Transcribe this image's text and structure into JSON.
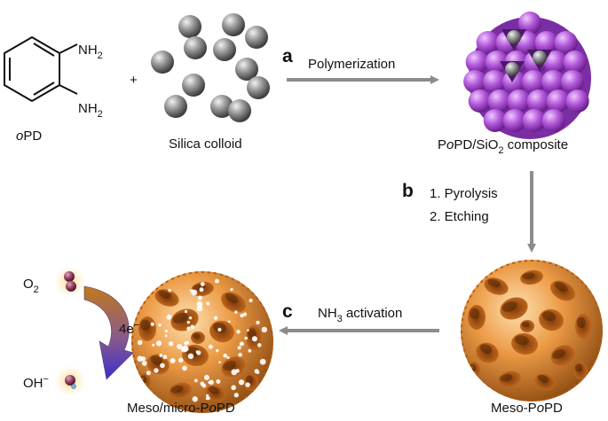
{
  "colors": {
    "arrow": "#8c8c8c",
    "silica": "#7d7d7d",
    "polymer": "#b158d8",
    "carbon": "#e08a30",
    "electron_arrow_start": "#c07a1a",
    "electron_arrow_end": "#3a2fd0",
    "oxygen": "#8c3a5a",
    "glow": "#f5cf6a"
  },
  "monomer": {
    "amine_top": "NH",
    "amine_top_sub": "2",
    "amine_bottom": "NH",
    "amine_bottom_sub": "2",
    "name_italic": "o",
    "name_rest": "PD",
    "plus": "+"
  },
  "silica": {
    "label": "Silica colloid"
  },
  "step_a": {
    "letter": "a",
    "text": "Polymerization"
  },
  "composite": {
    "label_p": "P",
    "label_o": "o",
    "label_mid": "PD/SiO",
    "label_sub": "2",
    "label_end": " composite"
  },
  "step_b": {
    "letter": "b",
    "line1": "1. Pyrolysis",
    "line2": "2. Etching"
  },
  "meso": {
    "label_start": "Meso-P",
    "label_o": "o",
    "label_end": "PD"
  },
  "step_c": {
    "letter": "c",
    "text_main": "NH",
    "text_sub": "3",
    "text_end": " activation"
  },
  "mesomicro": {
    "label_start": "Meso/micro-P",
    "label_o": "o",
    "label_end": "PD"
  },
  "orr": {
    "o2_main": "O",
    "o2_sub": "2",
    "electrons": "4e",
    "electrons_sup": "−",
    "oh_main": "OH",
    "oh_sup": "−"
  }
}
